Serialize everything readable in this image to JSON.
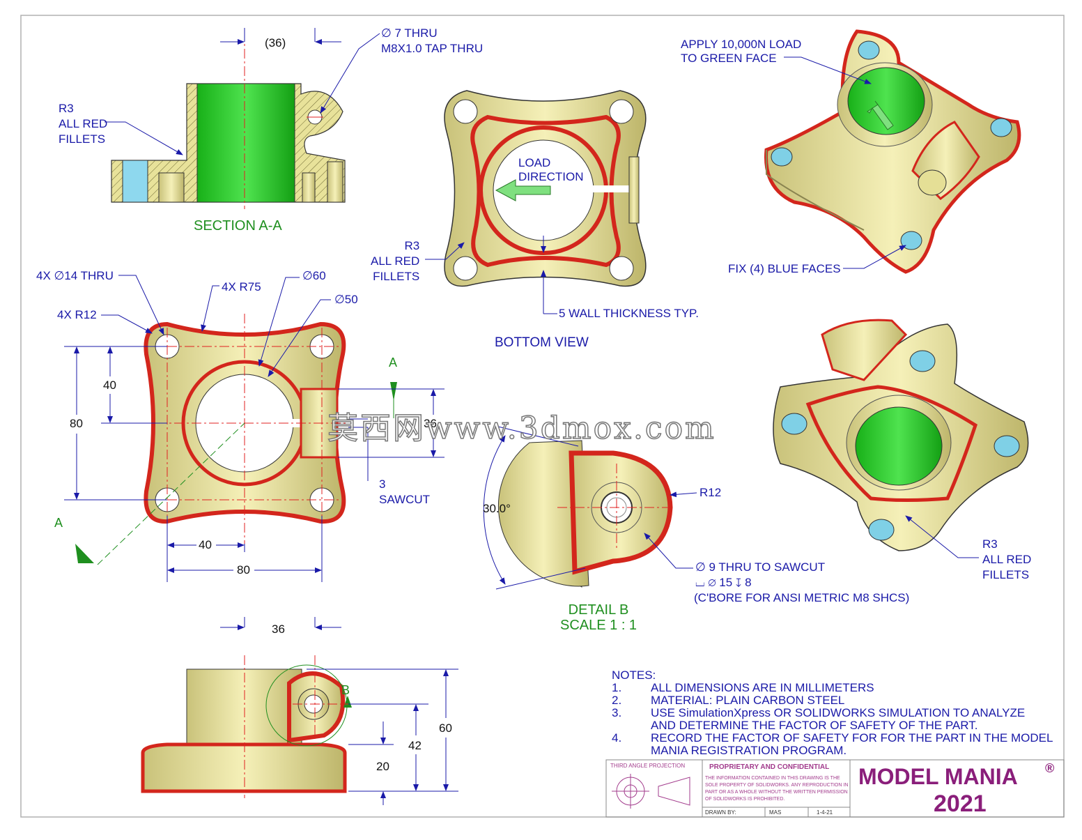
{
  "section_view": {
    "title": "SECTION A-A",
    "dim_36_ref": "(36)",
    "hole_note_1": "∅ 7 THRU",
    "hole_note_2": "M8X1.0 TAP THRU",
    "fillet_note": "R3\nALL RED\nFILLETS"
  },
  "bottom_view": {
    "title": "BOTTOM VIEW",
    "load_direction": "LOAD\nDIRECTION",
    "fillet_note": "R3\nALL RED\nFILLETS",
    "wall_note": "5 WALL THICKNESS TYP."
  },
  "iso_top": {
    "load_note": "APPLY 10,000N LOAD\nTO GREEN FACE",
    "fix_note": "FIX (4) BLUE FACES"
  },
  "iso_bottom": {
    "fillet_note": "R3\nALL RED\nFILLETS"
  },
  "top_view": {
    "holes": "4X ∅14 THRU",
    "r75": "4X R75",
    "r12": "4X R12",
    "d60": "∅60",
    "d50": "∅50",
    "dim_40_v": "40",
    "dim_80_v": "80",
    "dim_40_h": "40",
    "dim_80_h": "80",
    "dim_36": "36",
    "sawcut": "3\nSAWCUT",
    "section_letter_1": "A",
    "section_letter_2": "A"
  },
  "detail_b": {
    "title": "DETAIL B\nSCALE 1 : 1",
    "angle": "30.0°",
    "r12": "R12",
    "cbore_1": "∅ 9 THRU TO SAWCUT",
    "cbore_2": "⌴ ∅ 15 ↧ 8",
    "cbore_3": "(C'BORE FOR ANSI METRIC M8 SHCS)"
  },
  "front_view": {
    "dim_36": "36",
    "dim_60": "60",
    "dim_42": "42",
    "dim_20": "20",
    "detail_letter": "B"
  },
  "notes": {
    "header": "NOTES:",
    "items": [
      {
        "num": "1.",
        "text": "ALL DIMENSIONS ARE IN MILLIMETERS"
      },
      {
        "num": "2.",
        "text": "MATERIAL: PLAIN CARBON STEEL"
      },
      {
        "num": "3.",
        "text": "USE SimulationXpress OR SOLIDWORKS SIMULATION TO ANALYZE\nAND DETERMINE THE FACTOR OF SAFETY OF THE PART."
      },
      {
        "num": "4.",
        "text": "RECORD THE FACTOR OF SAFETY FOR FOR THE PART IN THE MODEL\nMANIA REGISTRATION PROGRAM."
      }
    ]
  },
  "title_block": {
    "projection": "THIRD ANGLE PROJECTION",
    "proprietary": "PROPRIETARY AND CONFIDENTIAL",
    "legal": "THE INFORMATION CONTAINED IN THIS DRAWING IS THE\nSOLE PROPERTY OF SOLIDWORKS. ANY REPRODUCTION IN\nPART OR AS A WHOLE WITHOUT THE WRITTEN PERMISSION\nOF SOLIDWORKS IS PROHIBITED.",
    "drawn_by_label": "DRAWN BY:",
    "drawn_by": "MAS",
    "date": "1-4-21",
    "brand": "MODEL MANIA",
    "reg": "®",
    "year": "2021"
  },
  "watermark": "莫西网www.3dmox.com",
  "colors": {
    "body": "#e8e29a",
    "fillet": "#d3261c",
    "load_face": "#22c322",
    "fix_face": "#7fd0e6",
    "dim": "#1a1aa8",
    "center": "#e02020",
    "view_label": "#1f8f1f",
    "brand": "#8a1e7a"
  }
}
